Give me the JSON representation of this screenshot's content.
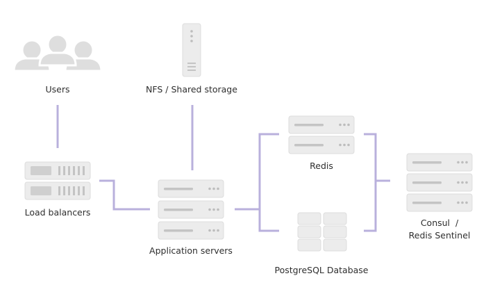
{
  "colors": {
    "connector": "#b9b0dc",
    "server_fill": "#ececec",
    "server_border": "#dcdcdc",
    "server_detail": "#c4c4c4",
    "user_fill": "#dedede",
    "text": "#2e2e2e"
  },
  "nodes": {
    "users": {
      "label": "Users",
      "icon": "users-icon"
    },
    "nfs": {
      "label": "NFS / Shared storage",
      "icon": "storage-tower-icon"
    },
    "load_balancers": {
      "label": "Load balancers",
      "icon": "load-balancer-icon"
    },
    "app_servers": {
      "label": "Application servers",
      "icon": "server-stack-icon"
    },
    "redis": {
      "label": "Redis",
      "icon": "server-stack-icon"
    },
    "postgres": {
      "label": "PostgreSQL Database",
      "icon": "database-icon"
    },
    "consul": {
      "label_line1": "Consul  /",
      "label_line2": "Redis Sentinel",
      "icon": "server-stack-icon"
    }
  }
}
